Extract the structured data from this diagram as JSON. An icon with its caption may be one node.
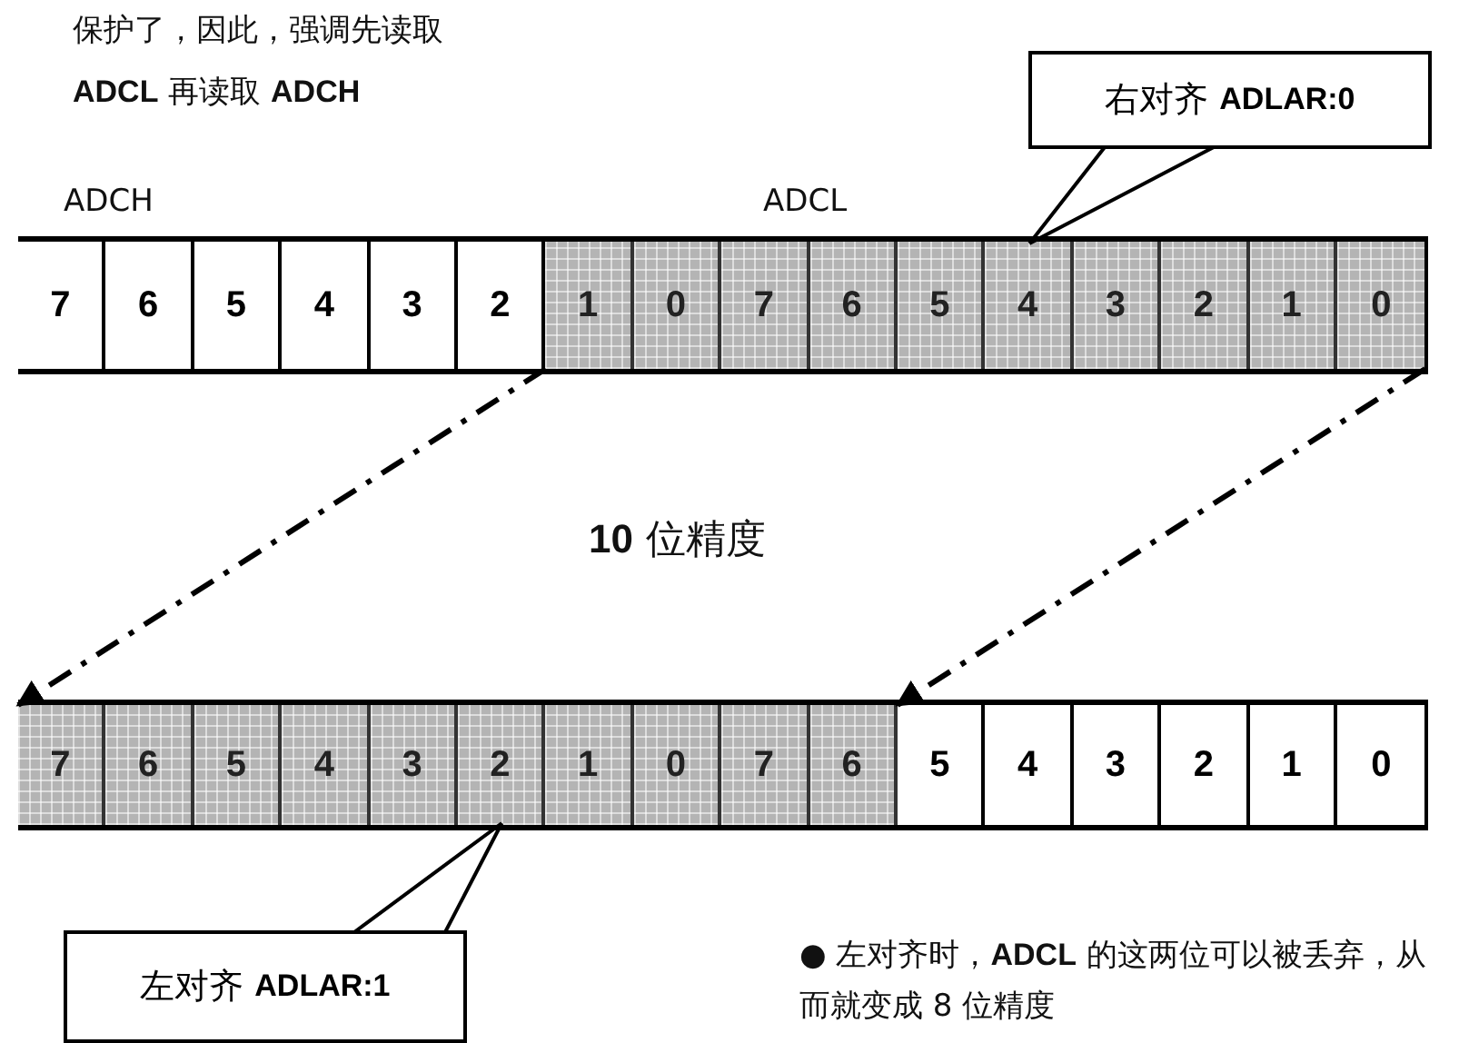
{
  "diagram": {
    "nodes": [
      {
        "text": [],
        "shape": "box"
      },
      {
        "text": [
          "7"
        ],
        "in": 0
      },
      {
        "text": [
          "6"
        ],
        "in": 0
      },
      {
        "text": [
          "5"
        ],
        "in": 0
      },
      {
        "text": [
          "4"
        ],
        "in": 0
      },
      {
        "text": [
          "3"
        ],
        "in": 0
      },
      {
        "text": [
          "2"
        ],
        "in": 0
      },
      {
        "text": [
          "1"
        ],
        "in": 0
      },
      {
        "text": [
          "0"
        ],
        "in": 0
      },
      {
        "text": [
          "7"
        ],
        "in": 0
      },
      {
        "text": [
          "6"
        ],
        "in": 0
      },
      {
        "text": [
          "5"
        ],
        "in": 0
      },
      {
        "text": [
          "4"
        ],
        "in": 0
      },
      {
        "text": [
          "3"
        ],
        "in": 0
      },
      {
        "text": [
          "2"
        ],
        "in": 0
      },
      {
        "text": [
          "1"
        ],
        "in": 0
      },
      {
        "text": [
          "0"
        ],
        "in": 0
      },
      {
        "text": [],
        "shape": "box"
      },
      {
        "text": [
          "7"
        ],
        "in": 17
      },
      {
        "text": [
          "6"
        ],
        "in": 17
      },
      {
        "text": [
          "5"
        ],
        "in": 17
      },
      {
        "text": [
          "4"
        ],
        "in": 17
      },
      {
        "text": [
          "3"
        ],
        "in": 17
      },
      {
        "text": [
          "2"
        ],
        "in": 17
      },
      {
        "text": [
          "1"
        ],
        "in": 17
      },
      {
        "text": [
          "0"
        ],
        "in": 17
      },
      {
        "text": [
          "7"
        ],
        "in": 17
      },
      {
        "text": [
          "6"
        ],
        "in": 17
      },
      {
        "text": [
          "5"
        ],
        "in": 17
      },
      {
        "text": [
          "4"
        ],
        "in": 17
      },
      {
        "text": [
          "3"
        ],
        "in": 17
      },
      {
        "text": [
          "2"
        ],
        "in": 17
      },
      {
        "text": [
          "1"
        ],
        "in": 17
      },
      {
        "text": [
          "0"
        ],
        "in": 17
      },
      {
        "text": [
          "右对齐 **ADLAR:0**"
        ]
      },
      {
        "text": [
          "左对齐 **ADLAR:1**"
        ]
      }
    ],
    "edges": [
      {
        "from": 7,
        "to": 18,
        "arrow": "to",
        "style": "dashed"
      },
      {
        "from": 16,
        "to": 28,
        "arrow": "to",
        "style": "dashed"
      },
      {
        "from": 34,
        "to": 12,
        "arrow": "none"
      },
      {
        "from": 35,
        "to": 23,
        "arrow": "none"
      }
    ],
    "labels": [
      "保护了，因此，强调先读取 **ADCL** 再读取 **ADCH**",
      "ADCH",
      "ADCL",
      "**10** 位精度",
      "● 左对齐时，**ADCL** 的这两位可以被丢弃，从而就变成 8 位精度"
    ]
  }
}
